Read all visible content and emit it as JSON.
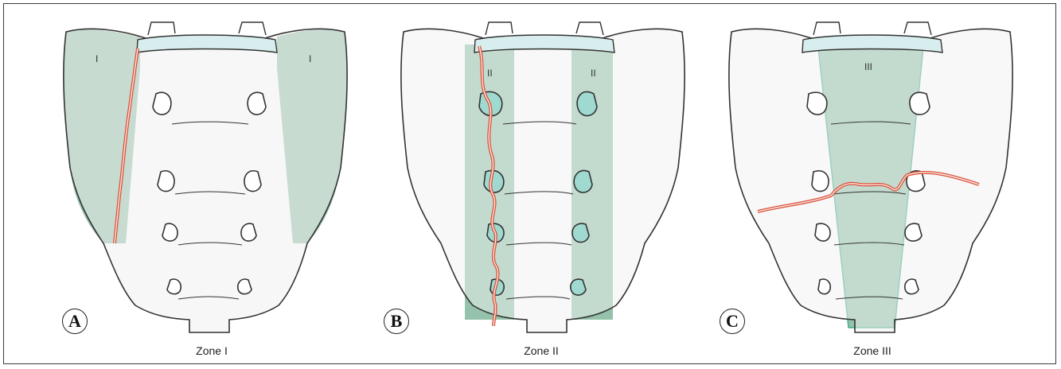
{
  "panels": [
    {
      "letter": "A",
      "caption": "Zone I",
      "zone_marks": [
        "I",
        "I"
      ]
    },
    {
      "letter": "B",
      "caption": "Zone II",
      "zone_marks": [
        "II",
        "II"
      ]
    },
    {
      "letter": "C",
      "caption": "Zone III",
      "zone_marks": [
        "III"
      ]
    }
  ],
  "colors": {
    "zone_fill": "#8fbfa6",
    "foramen_fill": "#9fd9cf",
    "promontory_fill": "#d8eeee",
    "bone_fill": "#f4f4f4",
    "fracture_line": "#d9533c",
    "outline": "#333333"
  },
  "icons": {
    "foramen": "oval-shape",
    "fracture": "double-line"
  }
}
